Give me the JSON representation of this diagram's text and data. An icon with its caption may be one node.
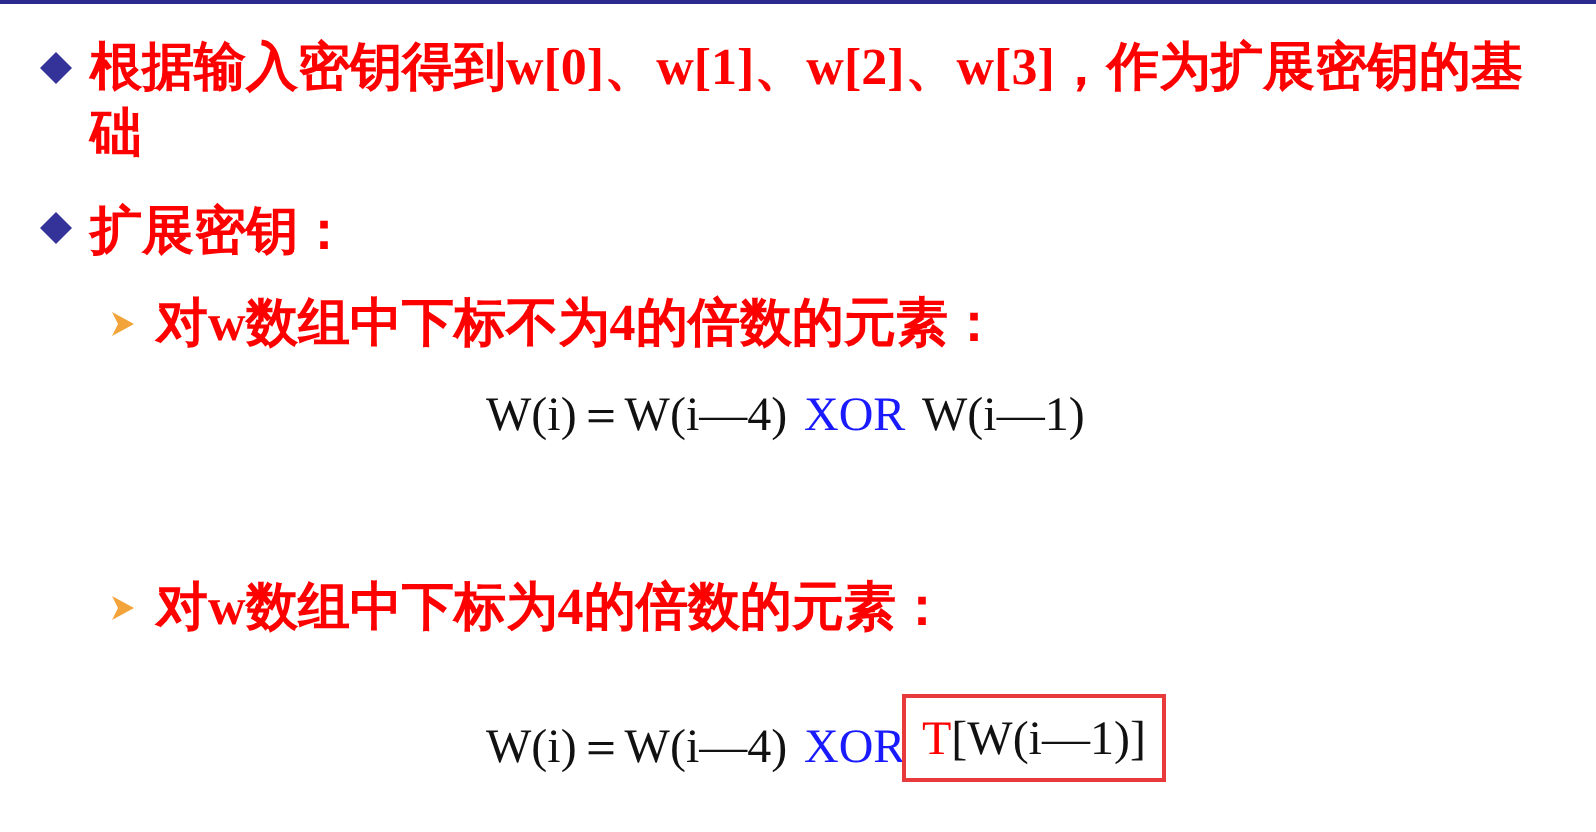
{
  "diagram": {
    "nodes": [
      {
        "text": [
          "T",
          "[W(i—1)]"
        ]
      }
    ],
    "labels": [
      "根据输入密钥得到w[0]、w[1]、w[2]、w[3]，作为扩展密钥的基础",
      "扩展密钥：",
      "对w数组中下标不为4的倍数的元素：",
      "W(i)＝W(i—4)",
      "XOR",
      "W(i—1)",
      "对w数组中下标为4的倍数的元素：",
      "W(i)＝W(i—4)",
      "XOR"
    ]
  }
}
